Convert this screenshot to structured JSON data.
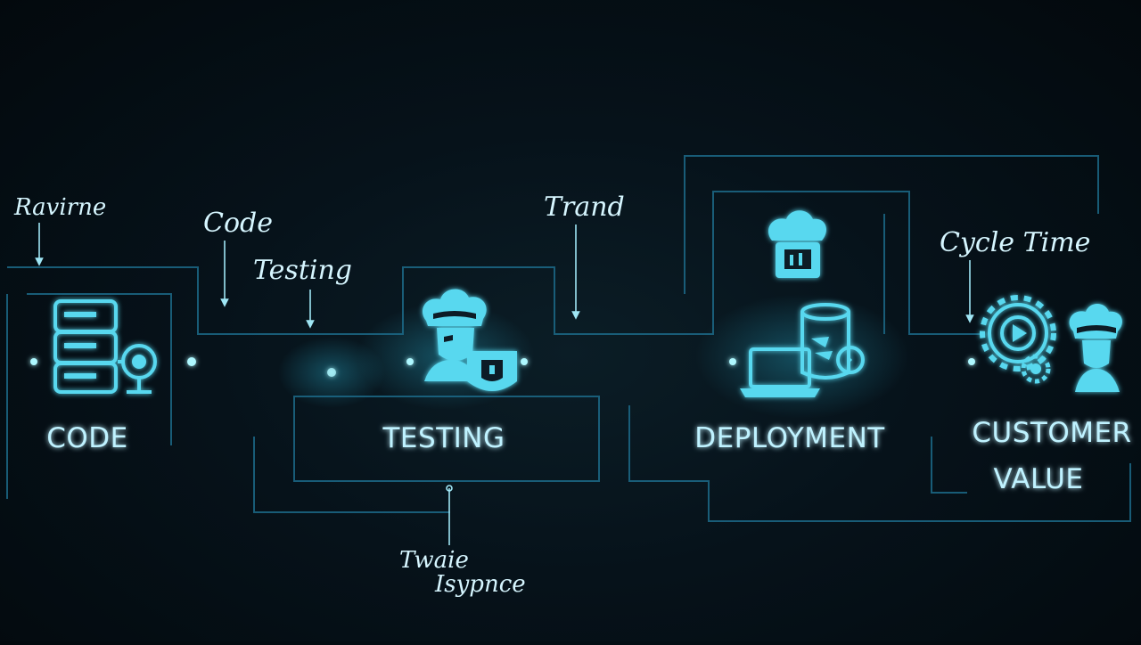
{
  "stages": {
    "code": "CODE",
    "testing": "TESTING",
    "deployment": "DEPLOYMENT",
    "customer_value_line1": "CUSTOMER",
    "customer_value_line2": "VALUE"
  },
  "annotations": {
    "review": "Ravirne",
    "code": "Code",
    "testing": "Testing",
    "trend": "Trand",
    "cycle_time": "Cycle Time",
    "bottom_line1": "Twaie",
    "bottom_line2": "Isypnce"
  },
  "colors": {
    "background": "#06121a",
    "glow": "#7ff0ff",
    "icon": "#59d8ef",
    "frame": "#1c6a88",
    "label": "#bff2ff"
  },
  "icons": [
    "server-stack-icon",
    "webcam-icon",
    "chef-icon",
    "shield-icon",
    "chef-hat-icon",
    "laptop-icon",
    "database-icon",
    "gear-play-icon",
    "small-gear-icon",
    "chef-avatar-icon"
  ]
}
